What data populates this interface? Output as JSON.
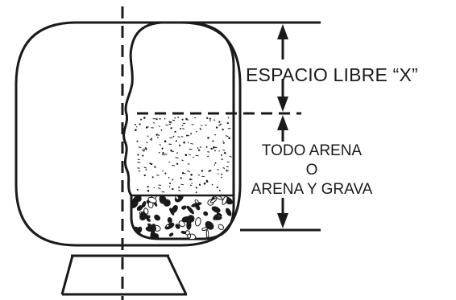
{
  "labels": {
    "free_space": "ESPACIO LIBRE “X”",
    "sand_line1": "TODO ARENA",
    "sand_line2": "O",
    "sand_line3": "ARENA Y GRAVA"
  },
  "colors": {
    "line": "#1a1a1a",
    "background": "#ffffff"
  },
  "icons": {
    "arrow_up": "arrow-up-icon",
    "arrow_down": "arrow-down-icon"
  }
}
